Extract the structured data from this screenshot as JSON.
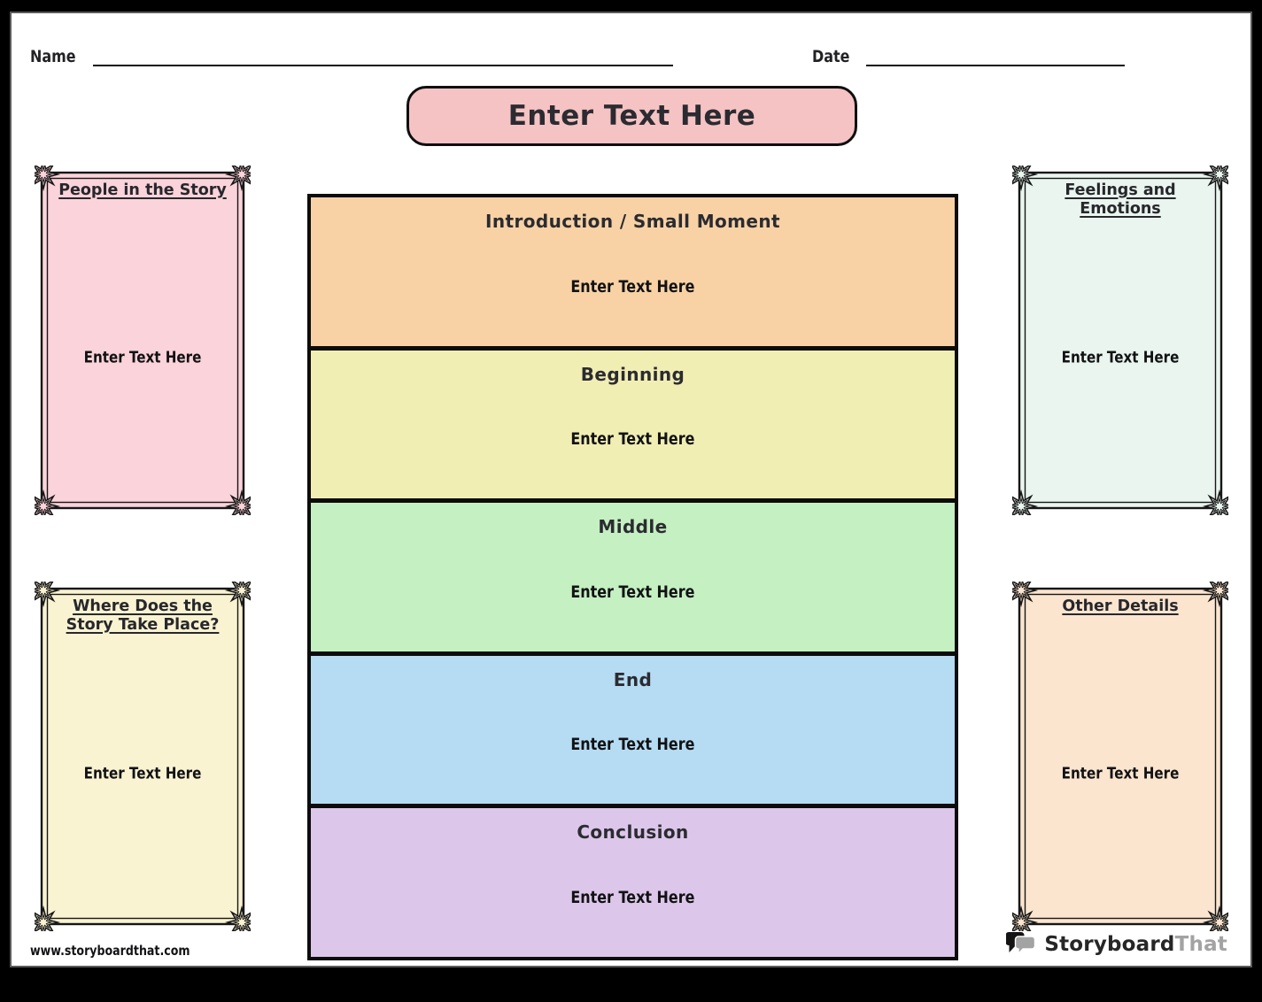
{
  "header": {
    "name_label": "Name",
    "date_label": "Date"
  },
  "title_box": {
    "text": "Enter Text Here",
    "bg": "#f5c3c3"
  },
  "side_panels": [
    {
      "title": "People in the Story",
      "body": "Enter Text Here",
      "bg": "#fbd3da"
    },
    {
      "title": "Where Does the Story Take Place?",
      "body": "Enter Text Here",
      "bg": "#faf3d2"
    },
    {
      "title": "Feelings and Emotions",
      "body": "Enter Text Here",
      "bg": "#e9f5ee"
    },
    {
      "title": "Other Details",
      "body": "Enter Text Here",
      "bg": "#fbe5cf"
    }
  ],
  "story_rows": [
    {
      "header": "Introduction / Small Moment",
      "body": "Enter Text Here",
      "bg": "#f8d2a5"
    },
    {
      "header": "Beginning",
      "body": "Enter Text Here",
      "bg": "#f1eeb4"
    },
    {
      "header": "Middle",
      "body": "Enter Text Here",
      "bg": "#c4f0c2"
    },
    {
      "header": "End",
      "body": "Enter Text Here",
      "bg": "#b5dcf3"
    },
    {
      "header": "Conclusion",
      "body": "Enter Text Here",
      "bg": "#dcc7ea"
    }
  ],
  "footer": {
    "url": "www.storyboardthat.com",
    "logo_storyboard": "Storyboard",
    "logo_that": "That",
    "logo_black": "#262626",
    "logo_gray": "#a3a3a3"
  }
}
